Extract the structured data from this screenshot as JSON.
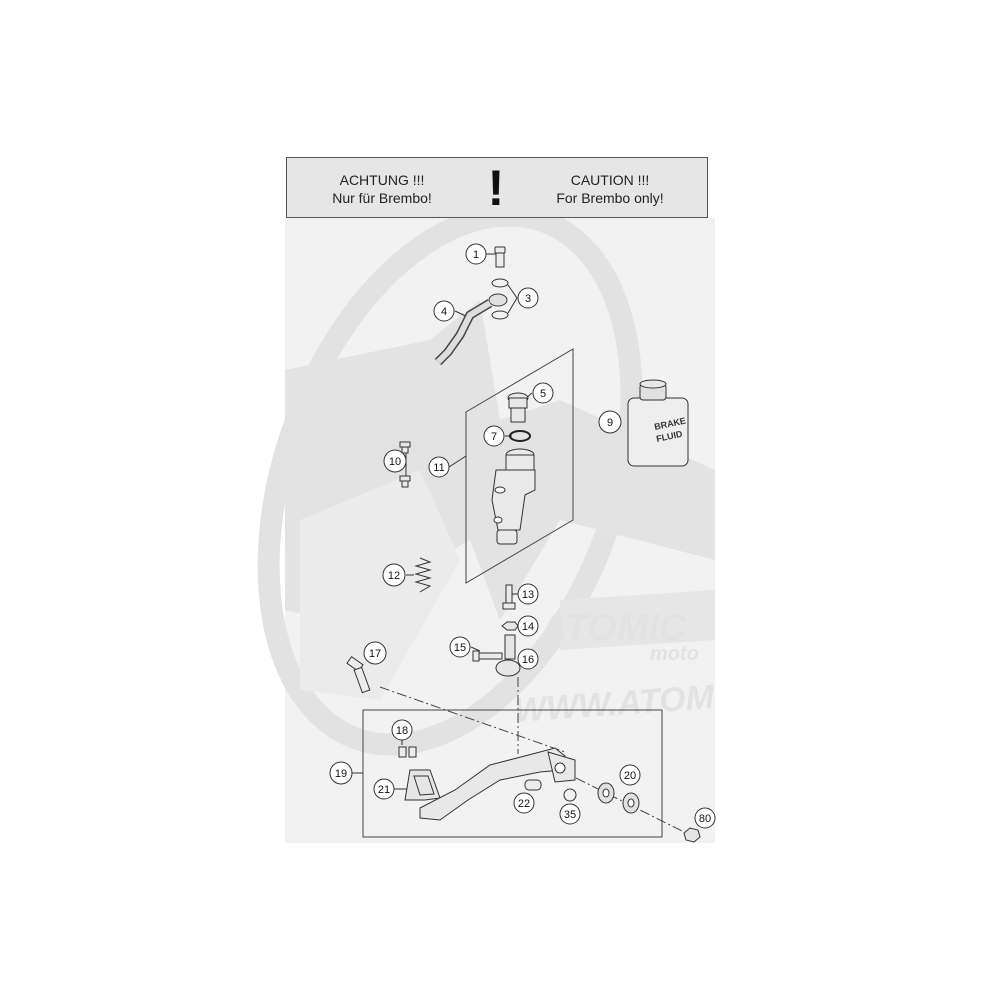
{
  "caution": {
    "de_title": "ACHTUNG !!!",
    "de_text": "Nur für Brembo!",
    "symbol": "!",
    "en_title": "CAUTION !!!",
    "en_text": "For Brembo only!"
  },
  "fluid_label": {
    "line1": "BRAKE",
    "line2": "FLUID"
  },
  "watermark": {
    "brand": "ATOMIC",
    "sub": "moto",
    "url": "WWW.ATOM"
  },
  "callouts": [
    "1",
    "3",
    "4",
    "5",
    "7",
    "9",
    "10",
    "11",
    "12",
    "13",
    "14",
    "15",
    "16",
    "17",
    "18",
    "19",
    "20",
    "21",
    "22",
    "35",
    "80"
  ],
  "colors": {
    "background": "#ffffff",
    "panel": "#f2f2f2",
    "caution_box": "#e6e6e6",
    "watermark": "#e0e0e0",
    "line": "#333333"
  }
}
